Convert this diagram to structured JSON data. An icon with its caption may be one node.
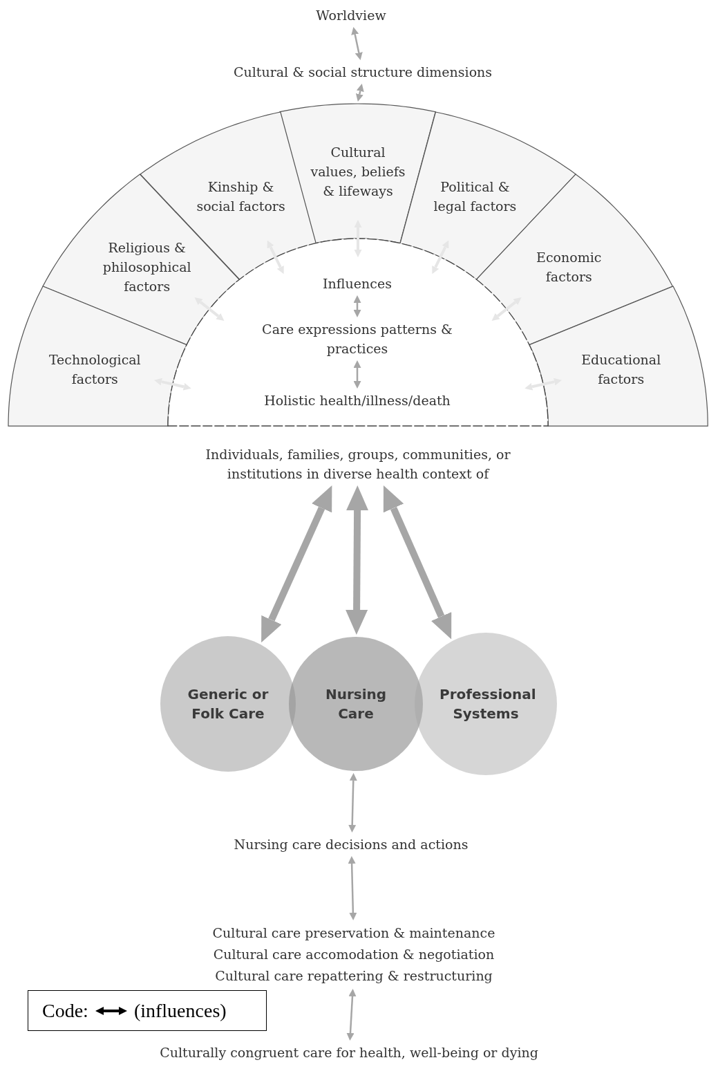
{
  "diagram": {
    "nodes": [
      {
        "text": [
          "Worldview"
        ]
      },
      {
        "text": [
          "Cultural & social structure dimensions"
        ]
      },
      {
        "text": [
          "Cultural values, beliefs & lifeways"
        ]
      },
      {
        "text": [
          "Kinship & social factors"
        ]
      },
      {
        "text": [
          "Political & legal factors"
        ]
      },
      {
        "text": [
          "Religious & philosophical factors"
        ]
      },
      {
        "text": [
          "Economic factors"
        ]
      },
      {
        "text": [
          "Technological factors"
        ]
      },
      {
        "text": [
          "Educational factors"
        ]
      },
      {
        "text": [],
        "shape": "semicircle"
      },
      {
        "text": [
          "Influences"
        ],
        "in": 9
      },
      {
        "text": [
          "Care expressions patterns & practices"
        ],
        "in": 9
      },
      {
        "text": [
          "Holistic health/illness/death"
        ],
        "in": 9
      },
      {
        "text": [
          "Individuals, families, groups, communities, or institutions in diverse health context of"
        ]
      },
      {
        "text": [
          "Generic or Folk Care"
        ]
      },
      {
        "text": [
          "Nursing Care"
        ]
      },
      {
        "text": [
          "Professional Systems"
        ]
      },
      {
        "text": [
          "Nursing care decisions and actions"
        ]
      },
      {
        "text": [
          "Cultural care preservation & maintenance",
          "Cultural care accomodation & negotiation",
          "Cultural care repattering & restructuring"
        ]
      },
      {
        "text": [
          "Culturally congruent care for health, well-being or dying"
        ]
      }
    ],
    "edges": [
      {
        "from": 0,
        "to": 1,
        "arrow": "both"
      },
      {
        "from": 1,
        "to": 2,
        "arrow": "both"
      },
      {
        "from": 7,
        "to": 9,
        "arrow": "both",
        "color": "#e6e6e6"
      },
      {
        "from": 5,
        "to": 9,
        "arrow": "both",
        "color": "#e6e6e6"
      },
      {
        "from": 3,
        "to": 9,
        "arrow": "both",
        "color": "#e6e6e6"
      },
      {
        "from": 2,
        "to": 9,
        "arrow": "both",
        "color": "#e6e6e6"
      },
      {
        "from": 4,
        "to": 9,
        "arrow": "both",
        "color": "#e6e6e6"
      },
      {
        "from": 6,
        "to": 9,
        "arrow": "both",
        "color": "#e6e6e6"
      },
      {
        "from": 8,
        "to": 9,
        "arrow": "both",
        "color": "#e6e6e6"
      },
      {
        "from": 10,
        "to": 11,
        "arrow": "both"
      },
      {
        "from": 11,
        "to": 12,
        "arrow": "both"
      },
      {
        "from": 13,
        "to": 14,
        "arrow": "both",
        "style": "thick"
      },
      {
        "from": 13,
        "to": 15,
        "arrow": "both",
        "style": "thick"
      },
      {
        "from": 13,
        "to": 16,
        "arrow": "both",
        "style": "thick"
      },
      {
        "from": 15,
        "to": 17,
        "arrow": "both"
      },
      {
        "from": 17,
        "to": 18,
        "arrow": "both"
      },
      {
        "from": 18,
        "to": 19,
        "arrow": "both"
      }
    ],
    "labels": [
      "Code:"
    ],
    "legend": [
      {
        "text": "(influences)"
      }
    ]
  }
}
